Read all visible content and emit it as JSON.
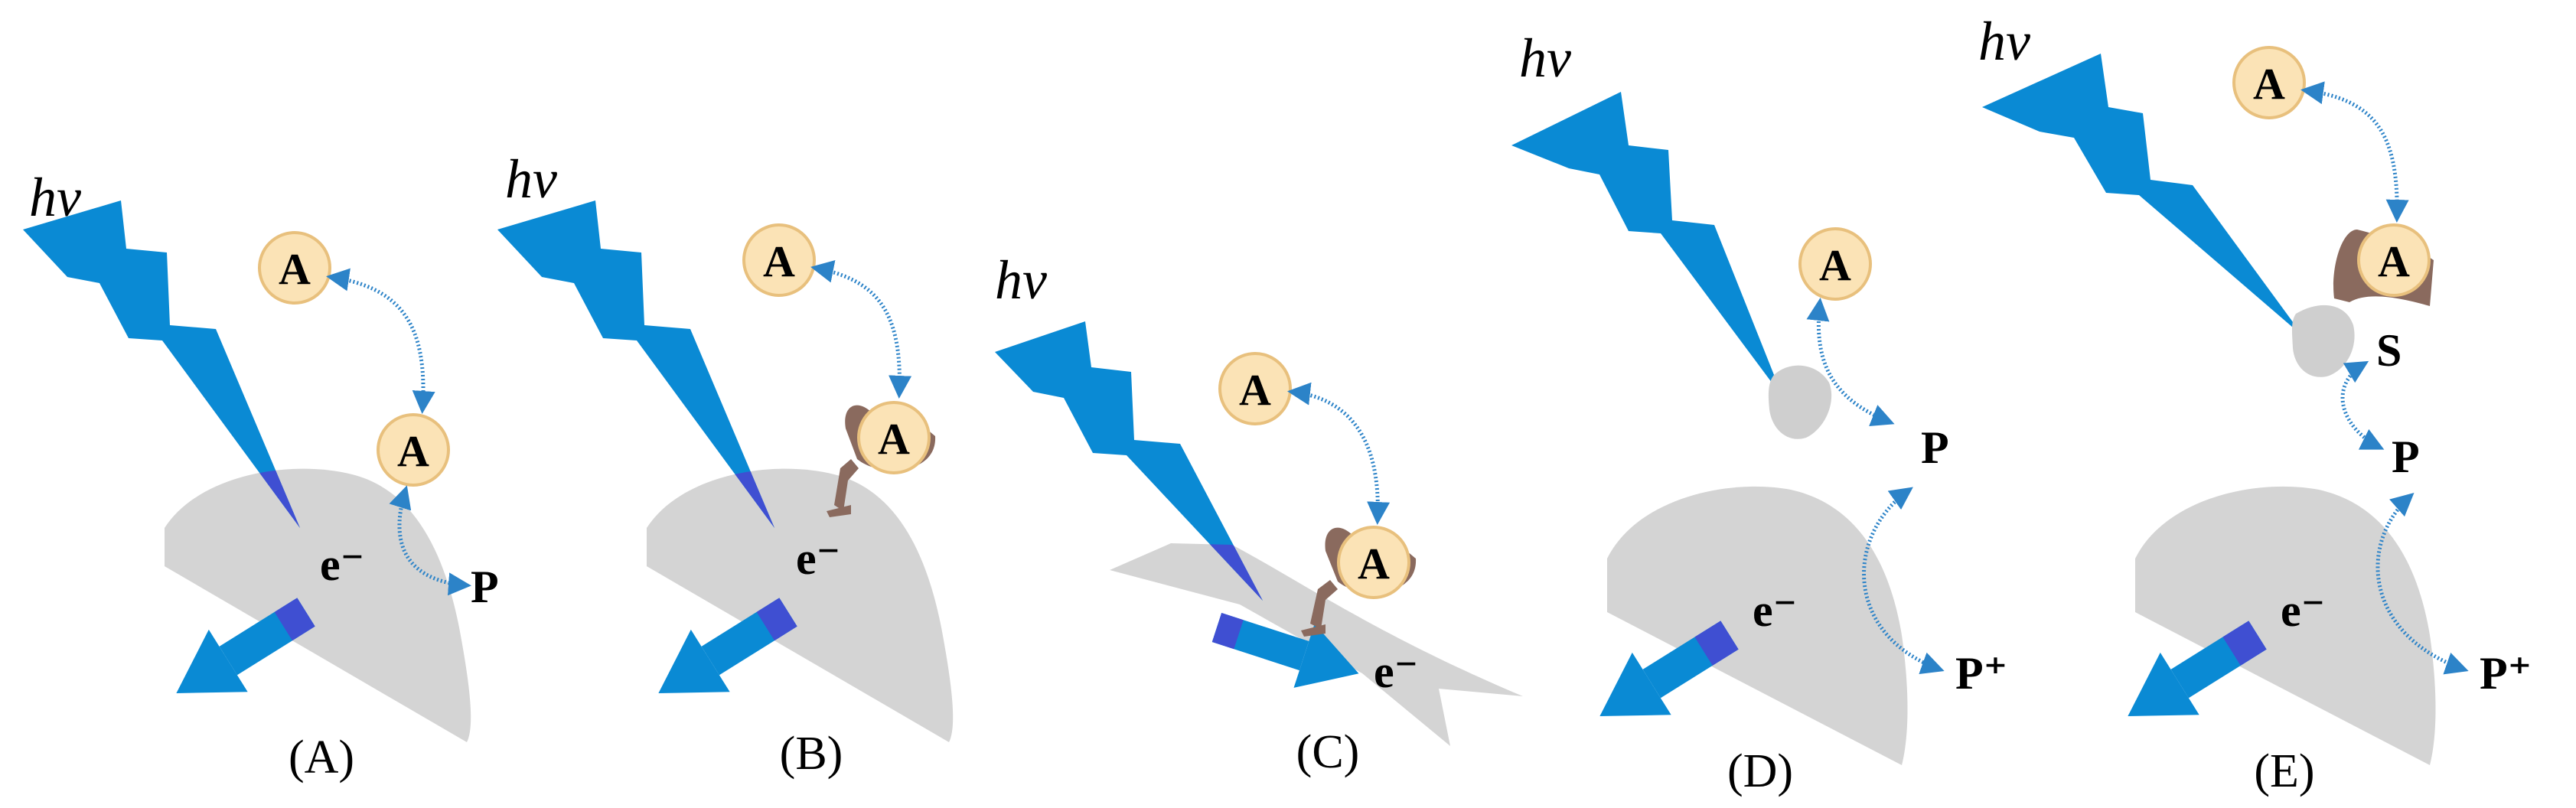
{
  "colors": {
    "bolt": "#0a8ad4",
    "bolt_overlap": "#3f4fd2",
    "surface": "#d4d4d4",
    "particle_fill": "#fbe3b6",
    "particle_stroke": "#e8c07d",
    "linker": "#8a6a5e",
    "arrow_line": "#2c83c8"
  },
  "panels": [
    {
      "id": "A",
      "caption": "(A)",
      "hv": "hν",
      "top_particle": "A",
      "bottom_particle": "A",
      "electron": "e⁻",
      "product": "P"
    },
    {
      "id": "B",
      "caption": "(B)",
      "hv": "hν",
      "top_particle": "A",
      "bottom_particle": "A",
      "electron": "e⁻"
    },
    {
      "id": "C",
      "caption": "(C)",
      "hv": "hν",
      "top_particle": "A",
      "bottom_particle": "A",
      "electron": "e⁻"
    },
    {
      "id": "D",
      "caption": "(D)",
      "hv": "hν",
      "top_particle": "A",
      "electron": "e⁻",
      "product": "P",
      "product_plus": "P⁺"
    },
    {
      "id": "E",
      "caption": "(E)",
      "hv": "hν",
      "top_particle": "A",
      "bottom_particle": "A",
      "sensitizer": "S",
      "electron": "e⁻",
      "product": "P",
      "product_plus": "P⁺"
    }
  ]
}
